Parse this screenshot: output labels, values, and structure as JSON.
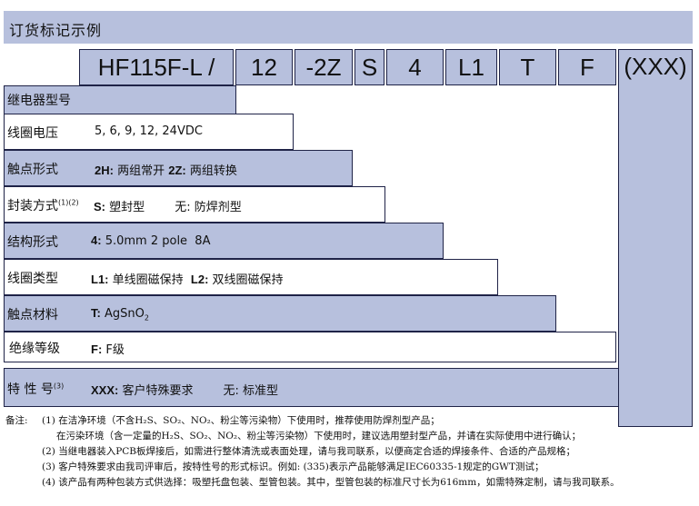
{
  "title": "订货标记示例",
  "code_parts": [
    "HF115F-L /",
    "12",
    "-2Z",
    "S",
    "4",
    "L1",
    "T",
    "F",
    "(XXX)"
  ],
  "rows": [
    {
      "label": "继电器型号",
      "desc": []
    },
    {
      "label": "线圈电压",
      "desc": [
        {
          "t": "5, 6, 9, 12, 24VDC"
        }
      ]
    },
    {
      "label": "触点形式",
      "desc": [
        {
          "b": "2H:"
        },
        {
          "t": " 两组常开 "
        },
        {
          "b": "2Z:"
        },
        {
          "t": " 两组转换"
        }
      ]
    },
    {
      "label": "封装方式",
      "sup": "(1)(2)",
      "desc": [
        {
          "b": "S:"
        },
        {
          "t": " 塑封型        "
        },
        {
          "t": "无: 防焊剂型"
        }
      ]
    },
    {
      "label": "结构形式",
      "desc": [
        {
          "b": "4:"
        },
        {
          "t": " 5.0mm 2 pole  8A"
        }
      ]
    },
    {
      "label": "线圈类型",
      "desc": [
        {
          "b": "L1:"
        },
        {
          "t": " 单线圈磁保持  "
        },
        {
          "b": "L2:"
        },
        {
          "t": " 双线圈磁保持"
        }
      ]
    },
    {
      "label": "触点材料",
      "desc": [
        {
          "b": "T:"
        },
        {
          "t": " AgSnO"
        },
        {
          "sub": "2"
        }
      ]
    },
    {
      "label": "绝缘等级",
      "desc": [
        {
          "b": "F:"
        },
        {
          "t": " F级"
        }
      ]
    },
    {
      "label": "特 性 号",
      "sup": "(3)",
      "desc": [
        {
          "b": "XXX:"
        },
        {
          "t": " 客户特殊要求        "
        },
        {
          "t": "无: 标准型"
        }
      ]
    }
  ],
  "notes": {
    "prefix": "备注:",
    "lines": [
      "(1) 在洁净环境（不含H₂S、SO₂、NO₂、粉尘等污染物）下使用时，推荐使用防焊剂型产品；",
      "在污染环境（含一定量的H₂S、SO₂、NO₂、粉尘等污染物）下使用时，建议选用塑封型产品，并请在实际使用中进行确认；",
      "(2) 当继电器装入PCB板焊接后，如需进行整体清洗或表面处理，请与我司联系，以便商定合适的焊接条件、合适的产品规格；",
      "(3) 客户特殊要求由我司评审后，按特性号的形式标识。例如: (335)表示产品能够满足IEC60335-1规定的GWT测试；",
      "(4) 该产品有两种包装方式供选择：吸塑托盘包装、型管包装。其中，型管包装的标准尺寸长为616mm，如需特殊定制，请与我司联系。"
    ]
  },
  "colors": {
    "fill": "#b7c0dd",
    "border": "#1f2347"
  }
}
